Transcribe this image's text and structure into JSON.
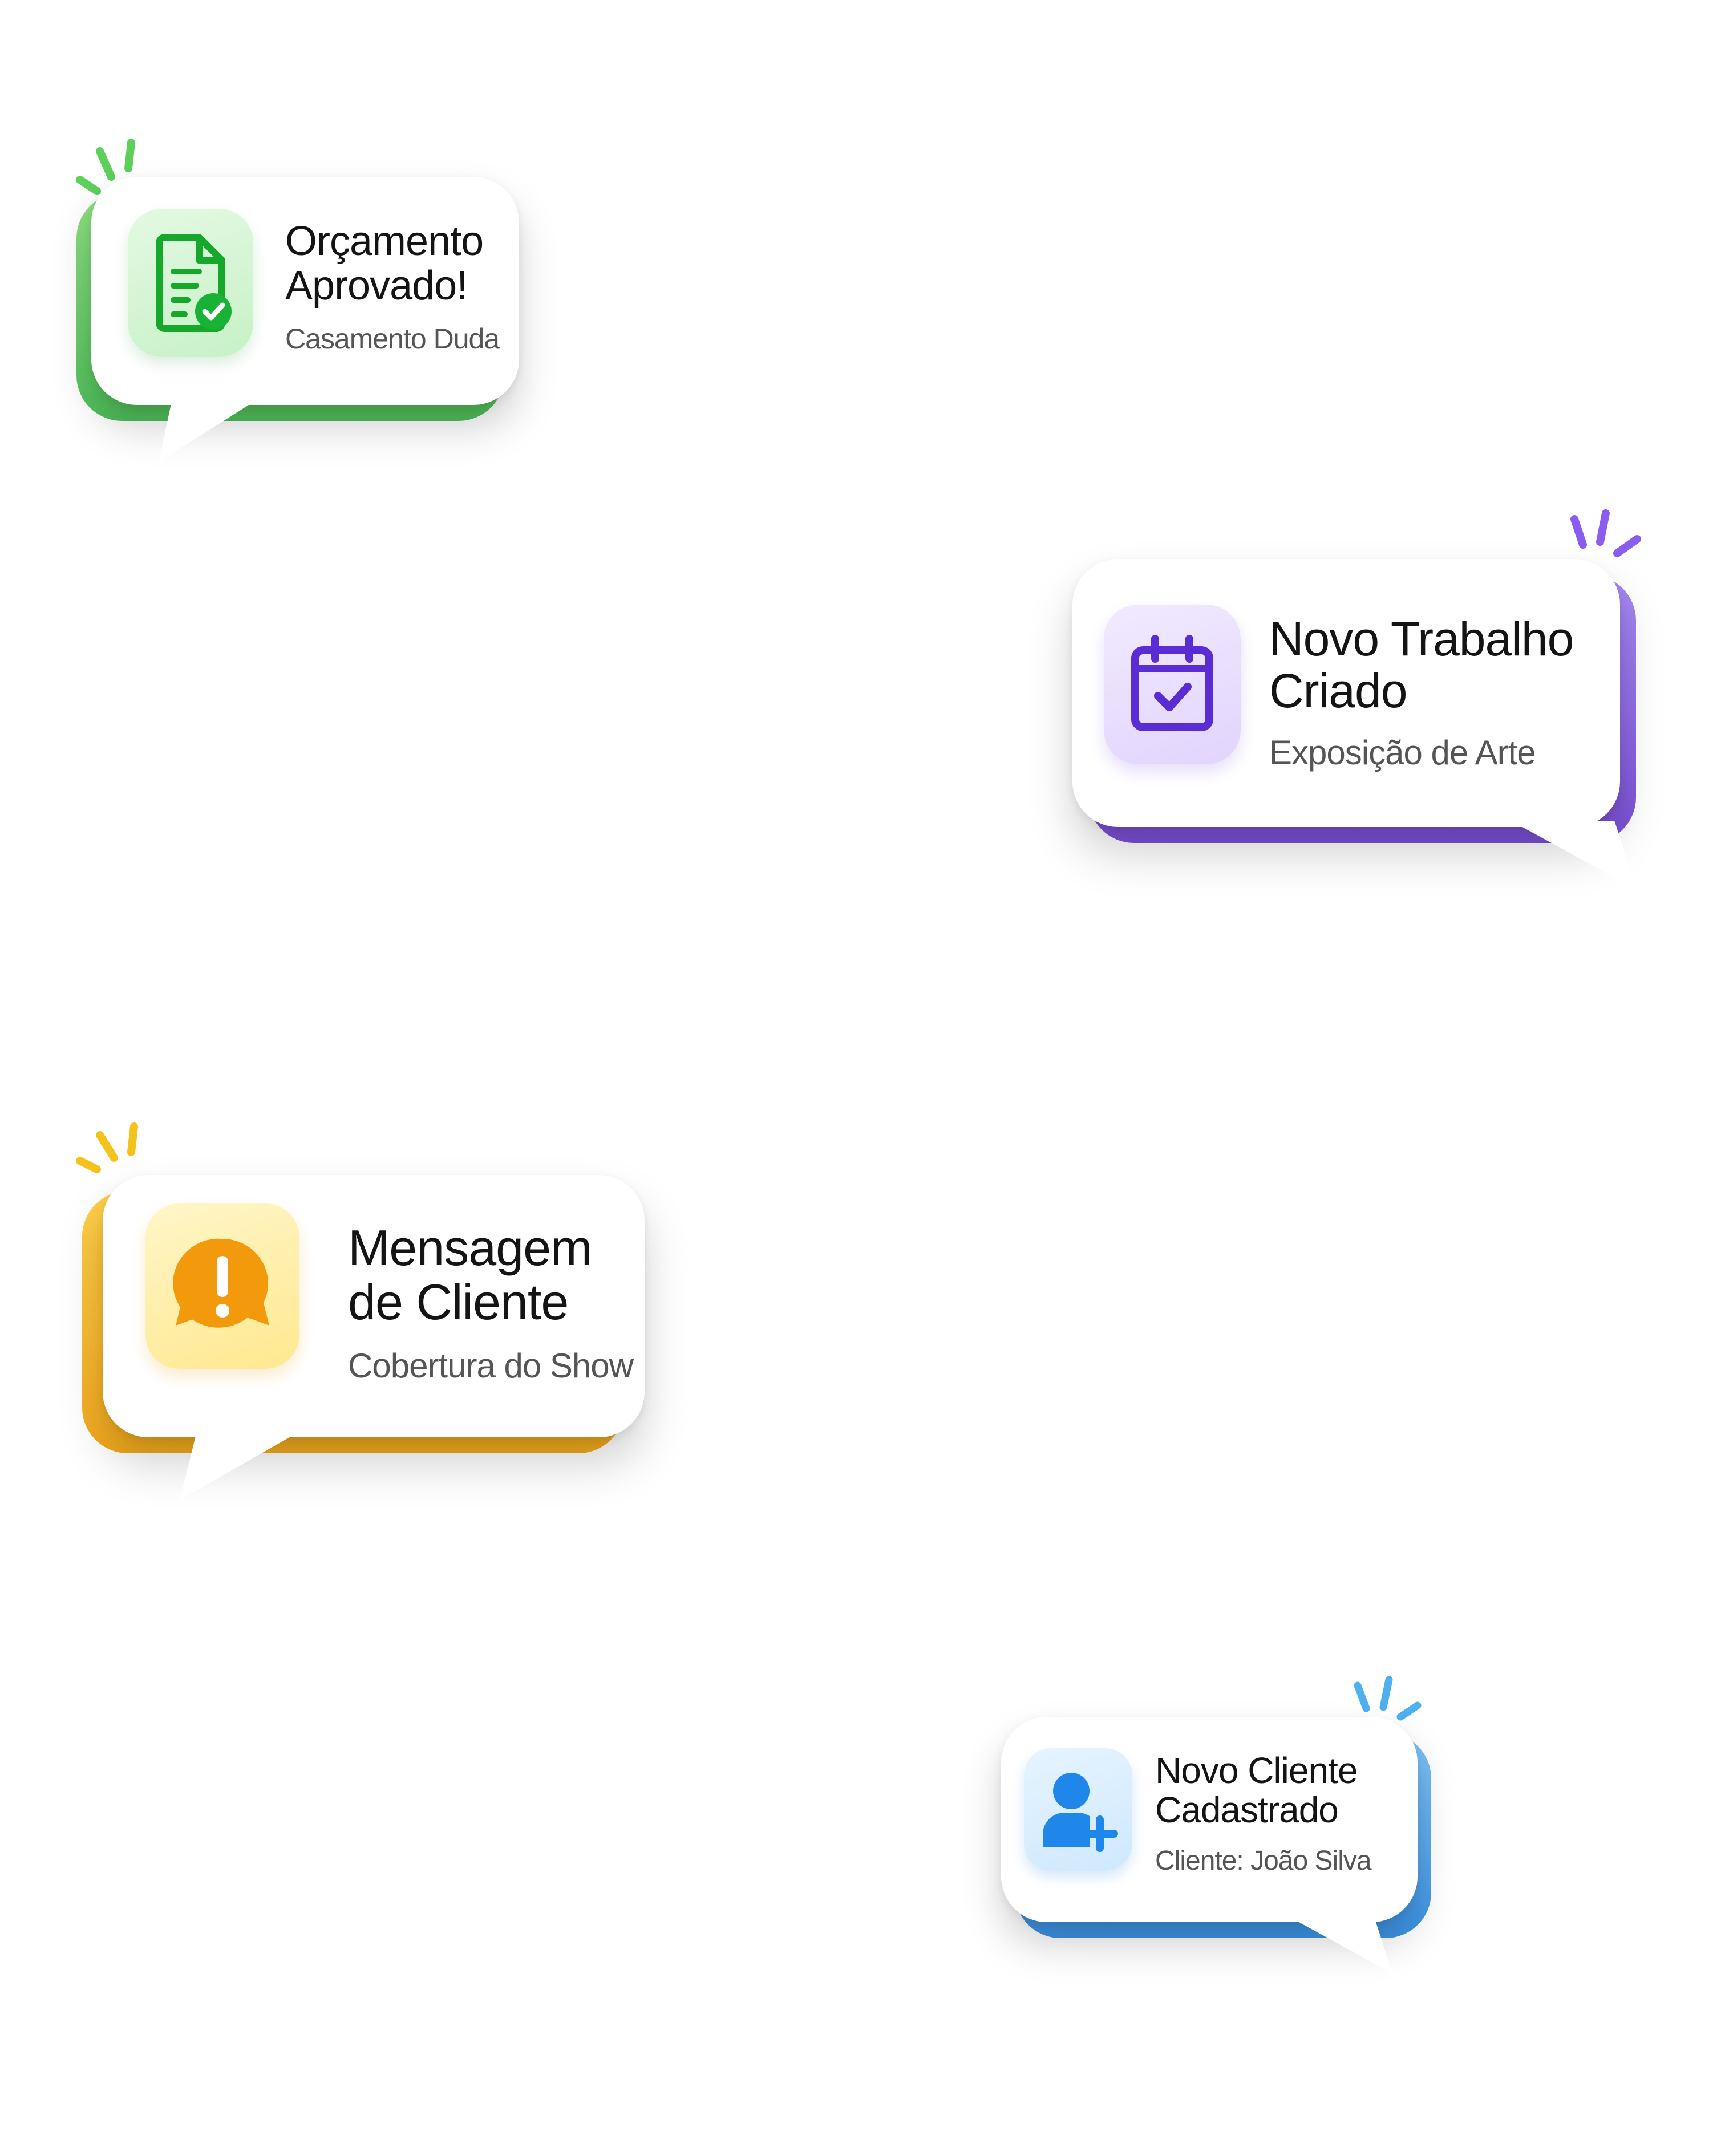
{
  "notifications": [
    {
      "title": "Orçamento\nAprovado!",
      "subtitle": "Casamento Duda",
      "icon": "document-check-icon",
      "accent": "#3fbf4a"
    },
    {
      "title": "Novo Trabalho\nCriado",
      "subtitle": "Exposição de Arte",
      "icon": "calendar-check-icon",
      "accent": "#7a4fd6"
    },
    {
      "title": "Mensagem\nde Cliente",
      "subtitle": "Cobertura do Show",
      "icon": "message-alert-icon",
      "accent": "#f2a91d"
    },
    {
      "title": "Novo Cliente\nCadastrado",
      "subtitle": "Cliente: João Silva",
      "icon": "user-add-icon",
      "accent": "#2f8be6"
    }
  ]
}
